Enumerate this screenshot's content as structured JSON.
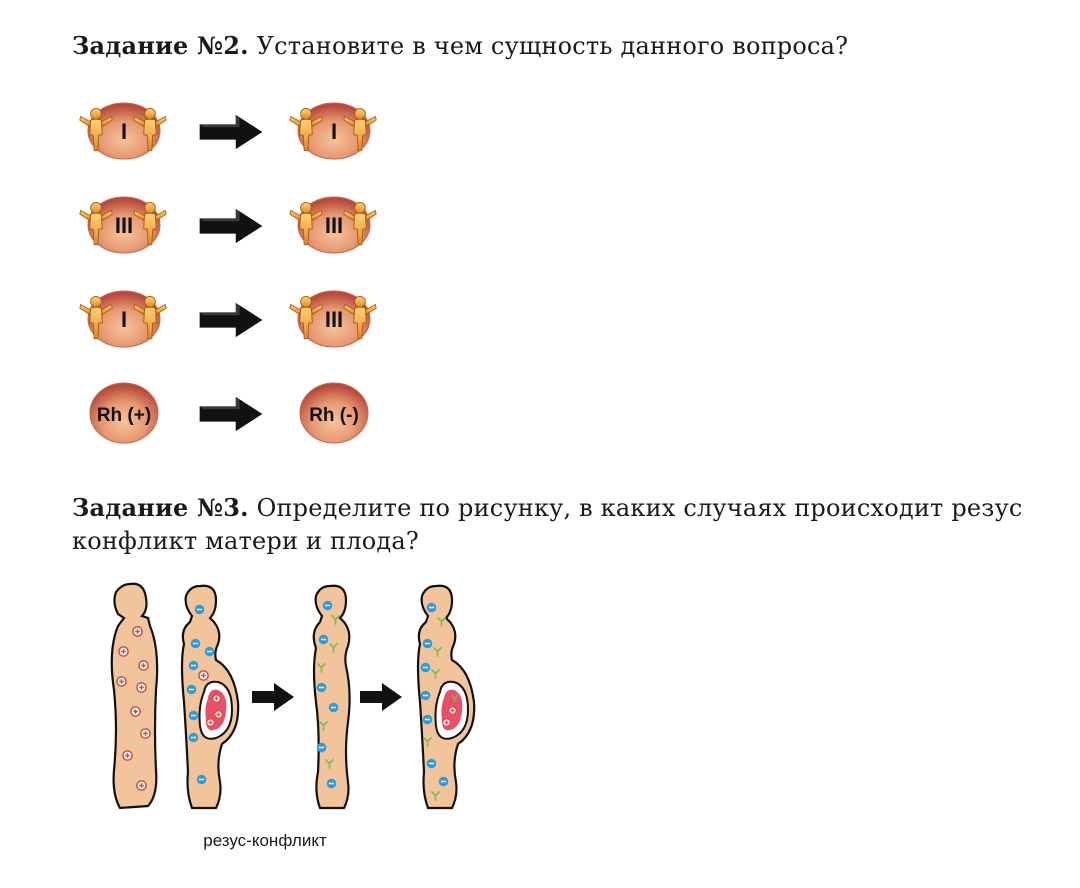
{
  "task2": {
    "label": "Задание №2.",
    "text": "Установите в чем сущность данного вопроса?",
    "rows": [
      {
        "left": "I",
        "right": "I",
        "left_people": true,
        "right_people": true
      },
      {
        "left": "III",
        "right": "III",
        "left_people": true,
        "right_people": true
      },
      {
        "left": "I",
        "right": "III",
        "left_people": true,
        "right_people": true
      },
      {
        "left": "Rh (+)",
        "right": "Rh (-)",
        "left_people": false,
        "right_people": false
      }
    ]
  },
  "task3": {
    "label": "Задание №3.",
    "text": "Определите по рисунку, в каких случаях происходит резус конфликт матери и плода?",
    "caption": "резус-конфликт"
  },
  "colors": {
    "skin": "#f2c49b",
    "outline": "#111111",
    "plus": "#e0463f",
    "minus": "#2b9be0",
    "antibody": "#7ac143",
    "fetus": "#e8506a",
    "person": "#f2a63a",
    "ball": "#d9785e"
  }
}
